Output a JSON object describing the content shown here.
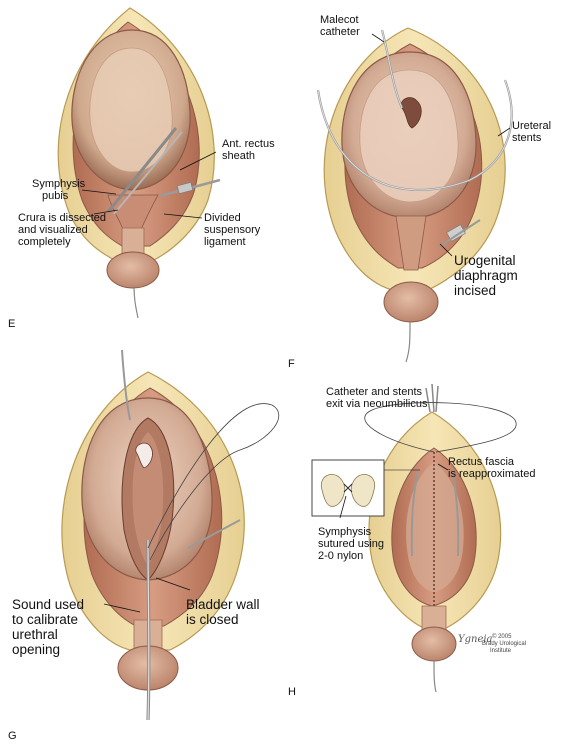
{
  "panels": [
    {
      "letter": "E",
      "labels": {
        "ant_rectus_a": "Ant. rectus",
        "ant_rectus_b": "sheath",
        "symphysis_a": "Symphysis",
        "symphysis_b": "pubis",
        "crura_a": "Crura is dissected",
        "crura_b": "and visualized",
        "crura_c": "completely",
        "divided_a": "Divided",
        "divided_b": "suspensory",
        "divided_c": "ligament"
      }
    },
    {
      "letter": "F",
      "labels": {
        "malecot_a": "Malecot",
        "malecot_b": "catheter",
        "ureteral_a": "Ureteral",
        "ureteral_b": "stents",
        "urogenital_a": "Urogenital",
        "urogenital_b": "diaphragm",
        "urogenital_c": "incised"
      }
    },
    {
      "letter": "G",
      "labels": {
        "sound_a": "Sound used",
        "sound_b": "to calibrate",
        "sound_c": "urethral",
        "sound_d": "opening",
        "bladder_a": "Bladder wall",
        "bladder_b": "is closed"
      }
    },
    {
      "letter": "H",
      "labels": {
        "catheter_a": "Catheter and stents",
        "catheter_b": "exit via neoumbilicus",
        "rectus_a": "Rectus fascia",
        "rectus_b": "is reapproximated",
        "symsut_a": "Symphysis",
        "symsut_b": "sutured using",
        "symsut_c": "2-0 nylon"
      }
    }
  ],
  "credit": {
    "copyright": "© 2005",
    "org_a": "Brady Urological",
    "org_b": "Institute",
    "signature": "Ygneia"
  },
  "colors": {
    "skin": "#f3e0a8",
    "skin_edge": "#b89a52",
    "tissue": "#c49a80",
    "tissue_dark": "#8c5a46",
    "bladder": "#d8b49e",
    "bladder_inner": "#e8ccba",
    "muscle": "#a06048",
    "catheter": "#d6d6d6",
    "instrument": "#9a9a9a"
  }
}
